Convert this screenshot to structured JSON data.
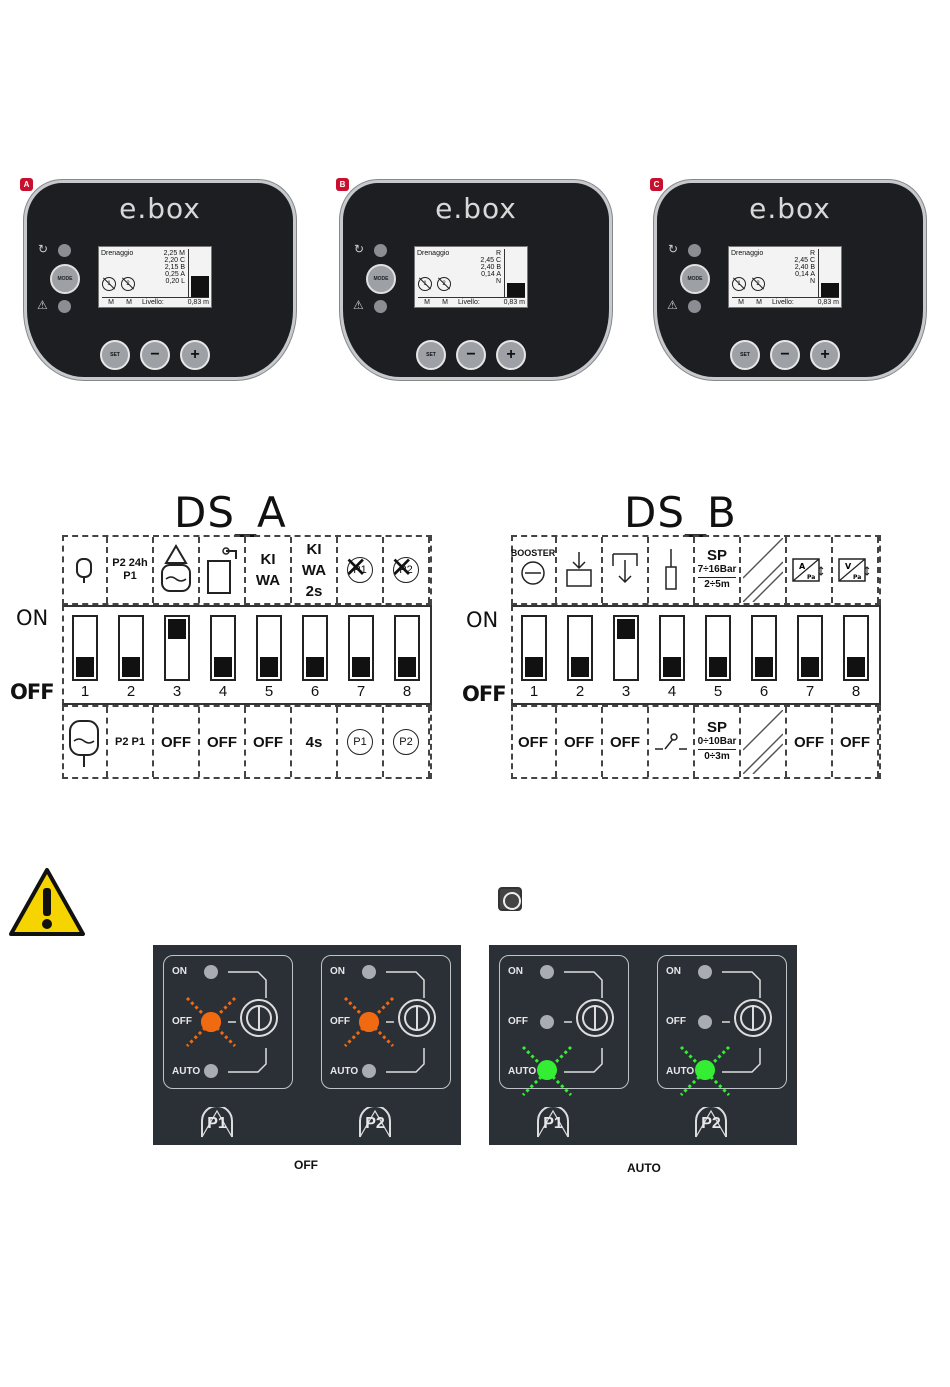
{
  "panels": [
    {
      "tag": "A",
      "logo": "e.box",
      "mode": "MODE",
      "set": "SET",
      "title": "Drenaggio",
      "values": "2,25 M\n2,20 C\n2,15 B\n0,25 A\n0,20 L",
      "pump1": "1",
      "pump2": "2",
      "foot_m1": "M",
      "foot_m2": "M",
      "foot_label": "Livello:",
      "foot_value": "0,83 m",
      "level": 0.45
    },
    {
      "tag": "B",
      "logo": "e.box",
      "mode": "MODE",
      "set": "SET",
      "title": "Drenaggio",
      "values": "R\n2,45 C\n2,40 B\n0,14 A\nN",
      "pump1": "1",
      "pump2": "2",
      "foot_m1": "M",
      "foot_m2": "M",
      "foot_label": "Livello:",
      "foot_value": "0,83 m",
      "level": 0.3
    },
    {
      "tag": "C",
      "logo": "e.box",
      "mode": "MODE",
      "set": "SET",
      "title": "Drenaggio",
      "values": "R\n2,45 C\n2,40 B\n0,14 A\nN",
      "pump1": "1",
      "pump2": "2",
      "foot_m1": "M",
      "foot_m2": "M",
      "foot_label": "Livello:",
      "foot_value": "0,83 m",
      "level": 0.3
    }
  ],
  "ds_a": {
    "title": "DS_A",
    "on_label": "ON",
    "off_label": "OFF",
    "top": [
      "",
      "P2 24h P1",
      "",
      "",
      "KI WA",
      "KI WA 2s",
      "P1",
      "P2"
    ],
    "numbers": [
      "1",
      "2",
      "3",
      "4",
      "5",
      "6",
      "7",
      "8"
    ],
    "states": [
      "off",
      "off",
      "on",
      "off",
      "off",
      "off",
      "off",
      "off"
    ],
    "bottom": [
      "",
      "P2 P1",
      "OFF",
      "OFF",
      "OFF",
      "4s",
      "P1",
      "P2"
    ]
  },
  "ds_b": {
    "title": "DS_B",
    "on_label": "ON",
    "off_label": "OFF",
    "top_booster": "BOOSTER",
    "top_sp": "SP",
    "top_sp_range1": "7÷16Bar",
    "top_sp_range2": "2÷5m",
    "numbers": [
      "1",
      "2",
      "3",
      "4",
      "5",
      "6",
      "7",
      "8"
    ],
    "states": [
      "off",
      "off",
      "on",
      "off",
      "off",
      "off",
      "off",
      "off"
    ],
    "bottom": [
      "OFF",
      "OFF",
      "OFF",
      "",
      "",
      "",
      "OFF",
      "OFF"
    ],
    "bottom_sp": "SP",
    "bottom_sp_range1": "0÷10Bar",
    "bottom_sp_range2": "0÷3m"
  },
  "switch_panels": [
    {
      "caption": "OFF",
      "units": [
        {
          "on": "ON",
          "off": "OFF",
          "auto": "AUTO",
          "pump": "P1",
          "active": "off"
        },
        {
          "on": "ON",
          "off": "OFF",
          "auto": "AUTO",
          "pump": "P2",
          "active": "off"
        }
      ]
    },
    {
      "caption": "AUTO",
      "units": [
        {
          "on": "ON",
          "off": "OFF",
          "auto": "AUTO",
          "pump": "P1",
          "active": "auto"
        },
        {
          "on": "ON",
          "off": "OFF",
          "auto": "AUTO",
          "pump": "P2",
          "active": "auto"
        }
      ]
    }
  ],
  "colors": {
    "off_led": "#f06a12",
    "auto_led": "#33ee33",
    "panel_bg": "#2b2f36",
    "warn_yellow": "#f5d400"
  }
}
